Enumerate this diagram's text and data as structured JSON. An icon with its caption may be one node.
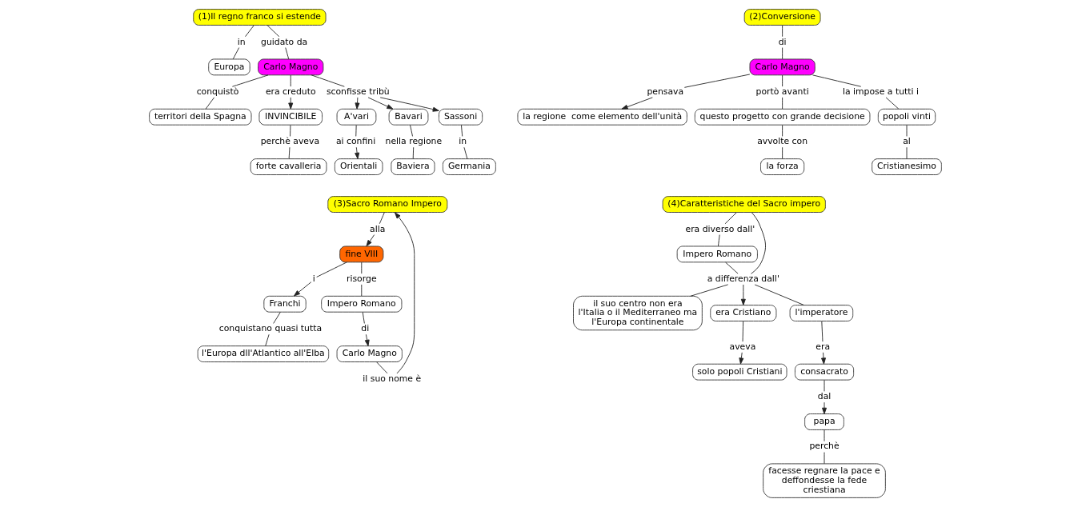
{
  "diagram": {
    "nodes": [
      {
        "text": [
          "(1)Il regno franco si estende"
        ]
      },
      {
        "text": [
          "in"
        ]
      },
      {
        "text": [
          "Europa"
        ]
      },
      {
        "text": [
          "guidato da"
        ]
      },
      {
        "text": [
          "Carlo Magno"
        ]
      },
      {
        "text": [
          "conquistò"
        ]
      },
      {
        "text": [
          "territori della Spagna"
        ]
      },
      {
        "text": [
          "era creduto"
        ]
      },
      {
        "text": [
          "INVINCIBILE"
        ]
      },
      {
        "text": [
          "perchè aveva"
        ]
      },
      {
        "text": [
          "forte cavalleria"
        ]
      },
      {
        "text": [
          "sconfisse tribù"
        ]
      },
      {
        "text": [
          "A'vari"
        ]
      },
      {
        "text": [
          "ai confini"
        ]
      },
      {
        "text": [
          "Orientali"
        ]
      },
      {
        "text": [
          "Bavari"
        ]
      },
      {
        "text": [
          "nella regione"
        ]
      },
      {
        "text": [
          "Baviera"
        ]
      },
      {
        "text": [
          "Sassoni"
        ]
      },
      {
        "text": [
          "in"
        ]
      },
      {
        "text": [
          "Germania"
        ]
      },
      {
        "text": [
          "(2)Conversione"
        ]
      },
      {
        "text": [
          "di"
        ]
      },
      {
        "text": [
          "Carlo Magno"
        ]
      },
      {
        "text": [
          "pensava"
        ]
      },
      {
        "text": [
          "la regione  come elemento dell'unità"
        ]
      },
      {
        "text": [
          "portò avanti"
        ]
      },
      {
        "text": [
          "questo progetto con grande decisione"
        ]
      },
      {
        "text": [
          "avvolte con"
        ]
      },
      {
        "text": [
          "la forza"
        ]
      },
      {
        "text": [
          "la impose a tutti i"
        ]
      },
      {
        "text": [
          "popoli vinti"
        ]
      },
      {
        "text": [
          "al"
        ]
      },
      {
        "text": [
          "Cristianesimo"
        ]
      },
      {
        "text": [
          "(3)Sacro Romano Impero"
        ]
      },
      {
        "text": [
          "alla"
        ]
      },
      {
        "text": [
          "fine VIII"
        ]
      },
      {
        "text": [
          "i"
        ]
      },
      {
        "text": [
          "Franchi"
        ]
      },
      {
        "text": [
          "conquistano quasi tutta"
        ]
      },
      {
        "text": [
          "l'Europa dll'Atlantico all'Elba"
        ]
      },
      {
        "text": [
          "risorge"
        ]
      },
      {
        "text": [
          "Impero Romano"
        ]
      },
      {
        "text": [
          "di"
        ]
      },
      {
        "text": [
          "Carlo Magno"
        ]
      },
      {
        "text": [
          "il suo nome è"
        ]
      },
      {
        "text": [
          "(4)Caratteristiche del Sacro impero"
        ]
      },
      {
        "text": [
          "era diverso dall'"
        ]
      },
      {
        "text": [
          "Impero Romano"
        ]
      },
      {
        "text": [
          "a differenza dall'"
        ]
      },
      {
        "text": [
          "il suo centro non era l'Italia o il Mediterraneo ma l'Europa continentale"
        ]
      },
      {
        "text": [
          "era Cristiano"
        ]
      },
      {
        "text": [
          "aveva"
        ]
      },
      {
        "text": [
          "solo popoli Cristiani"
        ]
      },
      {
        "text": [
          "l'imperatore"
        ]
      },
      {
        "text": [
          "era"
        ]
      },
      {
        "text": [
          "consacrato"
        ]
      },
      {
        "text": [
          "dal"
        ]
      },
      {
        "text": [
          "papa"
        ]
      },
      {
        "text": [
          "perchè"
        ]
      },
      {
        "text": [
          "facesse regnare la pace e deffondesse la fede criestiana"
        ]
      }
    ],
    "edges": [
      {
        "from": 0,
        "to": 1,
        "arrow": "none"
      },
      {
        "from": 1,
        "to": 2,
        "arrow": "none"
      },
      {
        "from": 0,
        "to": 3,
        "arrow": "none"
      },
      {
        "from": 3,
        "to": 4,
        "arrow": "none"
      },
      {
        "from": 4,
        "to": 5,
        "arrow": "none"
      },
      {
        "from": 5,
        "to": 6,
        "arrow": "none"
      },
      {
        "from": 4,
        "to": 7,
        "arrow": "none"
      },
      {
        "from": 7,
        "to": 8,
        "arrow": "to"
      },
      {
        "from": 8,
        "to": 9,
        "arrow": "none"
      },
      {
        "from": 9,
        "to": 10,
        "arrow": "none"
      },
      {
        "from": 4,
        "to": 11,
        "arrow": "none"
      },
      {
        "from": 11,
        "to": 12,
        "arrow": "to"
      },
      {
        "from": 11,
        "to": 15,
        "arrow": "to"
      },
      {
        "from": 11,
        "to": 18,
        "arrow": "to"
      },
      {
        "from": 12,
        "to": 13,
        "arrow": "none"
      },
      {
        "from": 13,
        "to": 14,
        "arrow": "to"
      },
      {
        "from": 15,
        "to": 16,
        "arrow": "none"
      },
      {
        "from": 16,
        "to": 17,
        "arrow": "none"
      },
      {
        "from": 18,
        "to": 19,
        "arrow": "none"
      },
      {
        "from": 19,
        "to": 20,
        "arrow": "none"
      },
      {
        "from": 21,
        "to": 22,
        "arrow": "none"
      },
      {
        "from": 22,
        "to": 23,
        "arrow": "none"
      },
      {
        "from": 23,
        "to": 24,
        "arrow": "none"
      },
      {
        "from": 24,
        "to": 25,
        "arrow": "to"
      },
      {
        "from": 23,
        "to": 26,
        "arrow": "none"
      },
      {
        "from": 26,
        "to": 27,
        "arrow": "none"
      },
      {
        "from": 27,
        "to": 28,
        "arrow": "none"
      },
      {
        "from": 28,
        "to": 29,
        "arrow": "none"
      },
      {
        "from": 23,
        "to": 30,
        "arrow": "none"
      },
      {
        "from": 30,
        "to": 31,
        "arrow": "none"
      },
      {
        "from": 31,
        "to": 32,
        "arrow": "none"
      },
      {
        "from": 32,
        "to": 33,
        "arrow": "none"
      },
      {
        "from": 34,
        "to": 35,
        "arrow": "none"
      },
      {
        "from": 35,
        "to": 36,
        "arrow": "to"
      },
      {
        "from": 36,
        "to": 37,
        "arrow": "none"
      },
      {
        "from": 37,
        "to": 38,
        "arrow": "to"
      },
      {
        "from": 38,
        "to": 39,
        "arrow": "none"
      },
      {
        "from": 39,
        "to": 40,
        "arrow": "none"
      },
      {
        "from": 36,
        "to": 41,
        "arrow": "none"
      },
      {
        "from": 41,
        "to": 42,
        "arrow": "none"
      },
      {
        "from": 42,
        "to": 43,
        "arrow": "none"
      },
      {
        "from": 43,
        "to": 44,
        "arrow": "to"
      },
      {
        "from": 44,
        "to": 45,
        "arrow": "none"
      },
      {
        "from": 45,
        "to": 34,
        "arrow": "to"
      },
      {
        "from": 46,
        "to": 47,
        "arrow": "none"
      },
      {
        "from": 47,
        "to": 48,
        "arrow": "none"
      },
      {
        "from": 46,
        "to": 49,
        "arrow": "none"
      },
      {
        "from": 48,
        "to": 49,
        "arrow": "none"
      },
      {
        "from": 49,
        "to": 50,
        "arrow": "none"
      },
      {
        "from": 49,
        "to": 51,
        "arrow": "to"
      },
      {
        "from": 49,
        "to": 54,
        "arrow": "none"
      },
      {
        "from": 51,
        "to": 52,
        "arrow": "none"
      },
      {
        "from": 52,
        "to": 53,
        "arrow": "to"
      },
      {
        "from": 54,
        "to": 55,
        "arrow": "none"
      },
      {
        "from": 55,
        "to": 56,
        "arrow": "to"
      },
      {
        "from": 56,
        "to": 57,
        "arrow": "none"
      },
      {
        "from": 57,
        "to": 58,
        "arrow": "to"
      },
      {
        "from": 58,
        "to": 59,
        "arrow": "none"
      },
      {
        "from": 59,
        "to": 60,
        "arrow": "none"
      }
    ]
  }
}
